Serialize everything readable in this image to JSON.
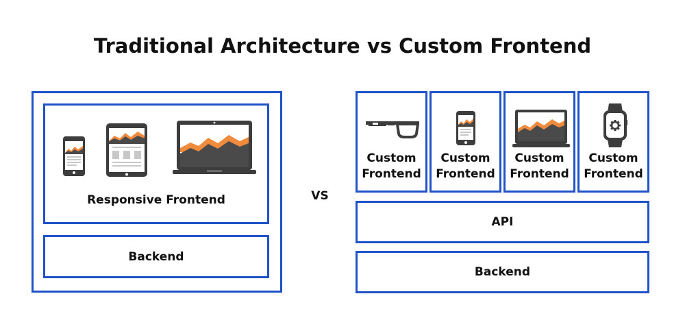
{
  "title": "Traditional Architecture vs Custom Frontend",
  "vs": "VS",
  "traditional": {
    "frontend_label": "Responsive Frontend",
    "backend_label": "Backend"
  },
  "custom": {
    "cards": [
      {
        "line1": "Custom",
        "line2": "Frontend",
        "icon": "smart-glasses-icon"
      },
      {
        "line1": "Custom",
        "line2": "Frontend",
        "icon": "smartphone-icon"
      },
      {
        "line1": "Custom",
        "line2": "Frontend",
        "icon": "laptop-icon"
      },
      {
        "line1": "Custom",
        "line2": "Frontend",
        "icon": "smartwatch-icon"
      }
    ],
    "api_label": "API",
    "backend_label": "Backend"
  },
  "colors": {
    "border": "#1f52c9",
    "device": "#3d3d3d",
    "chart_orange": "#f08a3c"
  }
}
